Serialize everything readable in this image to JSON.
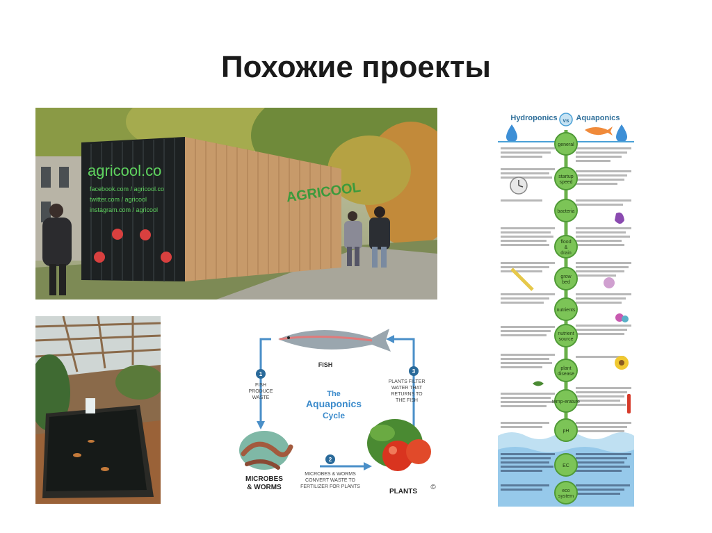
{
  "slide": {
    "title": "Похожие проекты"
  },
  "photo_container": {
    "logo_text": "AGRICOOL",
    "sign_url": "agricool.co",
    "sign_lines": [
      "facebook.com / agricool.co",
      "twitter.com / agricool",
      "instagram.com / agricool"
    ]
  },
  "cycle_diagram": {
    "center_title_1": "The",
    "center_title_2": "Aquaponics",
    "center_title_3": "Cycle",
    "fish_label": "FISH",
    "plants_label": "PLANTS",
    "microbes_label_1": "MICROBES",
    "microbes_label_2": "& WORMS",
    "step1_num": "1",
    "step1_1": "FISH",
    "step1_2": "PRODUCE",
    "step1_3": "WASTE",
    "step2_num": "2",
    "step2_1": "MICROBES & WORMS",
    "step2_2": "CONVERT WASTE TO",
    "step2_3": "FERTILIZER FOR PLANTS",
    "step3_num": "3",
    "step3_1": "PLANTS FILTER",
    "step3_2": "WATER THAT",
    "step3_3": "RETURNS TO",
    "step3_4": "THE FISH",
    "copyright": "©"
  },
  "infographic": {
    "left_title": "Hydroponics",
    "vs": "vs",
    "right_title": "Aquaponics",
    "nodes": [
      "general",
      "startup speed",
      "bacteria",
      "flood & drain",
      "grow bed",
      "nutrients",
      "nutrient source",
      "plant disease",
      "temp-erature",
      "pH",
      "EC",
      "eco system"
    ]
  }
}
